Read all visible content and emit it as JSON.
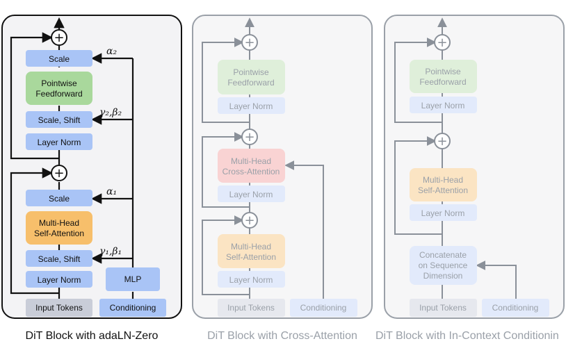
{
  "colors": {
    "blue": "#a9c4f6",
    "green": "#a9d89c",
    "orange": "#f7bf6b",
    "red": "#f5a9a9",
    "gray": "#c9cdd8",
    "panel1_bg": "#f3f3f5",
    "panel_bg": "#f6f6f7",
    "dark": "#111111",
    "faded": "#9aa0a8",
    "caption_dark": "#111111",
    "caption_faded": "#9aa0a8"
  },
  "panels": {
    "adaln": {
      "caption": "DiT Block with adaLN-Zero",
      "scale_top": "Scale",
      "feedforward_line1": "Pointwise",
      "feedforward_line2": "Feedforward",
      "scale_shift_top": "Scale, Shift",
      "layer_norm_top": "Layer Norm",
      "scale_bottom": "Scale",
      "attention_line1": "Multi-Head",
      "attention_line2": "Self-Attention",
      "scale_shift_bottom": "Scale, Shift",
      "layer_norm_bottom": "Layer Norm",
      "mlp": "MLP",
      "input_tokens": "Input Tokens",
      "conditioning": "Conditioning",
      "alpha2": "α₂",
      "gamma2_beta2": "γ₂,β₂",
      "alpha1": "α₁",
      "gamma1_beta1": "γ₁,β₁"
    },
    "cross": {
      "caption": "DiT Block with Cross-Attention",
      "feedforward_line1": "Pointwise",
      "feedforward_line2": "Feedforward",
      "layer_norm_top": "Layer Norm",
      "cross_attention_line1": "Multi-Head",
      "cross_attention_line2": "Cross-Attention",
      "layer_norm_middle": "Layer Norm",
      "self_attention_line1": "Multi-Head",
      "self_attention_line2": "Self-Attention",
      "layer_norm_bottom": "Layer Norm",
      "input_tokens": "Input Tokens",
      "conditioning": "Conditioning"
    },
    "incontext": {
      "caption": "DiT Block with In-Context Conditionin",
      "feedforward_line1": "Pointwise",
      "feedforward_line2": "Feedforward",
      "layer_norm_top": "Layer Norm",
      "attention_line1": "Multi-Head",
      "attention_line2": "Self-Attention",
      "layer_norm_bottom": "Layer Norm",
      "concat_line1": "Concatenate",
      "concat_line2": "on Sequence",
      "concat_line3": "Dimension",
      "input_tokens": "Input Tokens",
      "conditioning": "Conditioning"
    }
  },
  "plus_symbol": "+"
}
